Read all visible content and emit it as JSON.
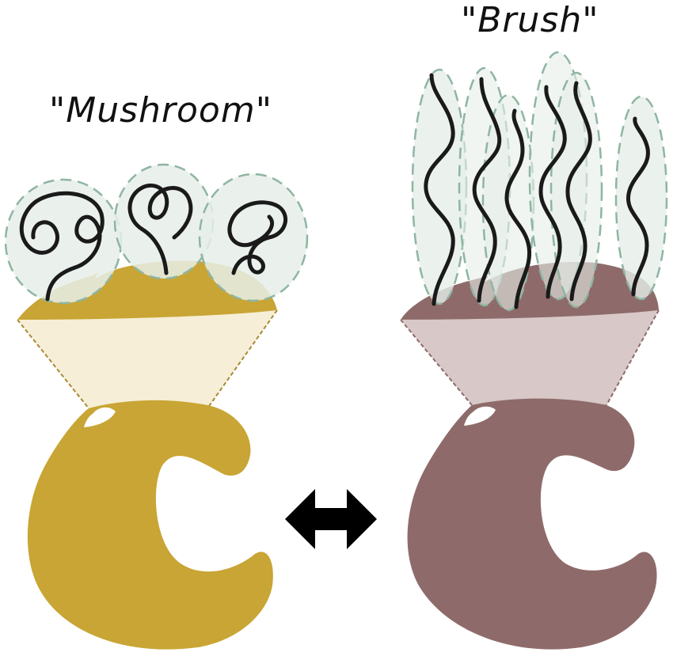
{
  "labels": {
    "mushroom": "\"Mushroom\"",
    "brush": "\"Brush\""
  },
  "colors": {
    "mushroom_fill": "#c8a534",
    "mushroom_light": "#f6eed6",
    "brush_fill": "#8e6b6a",
    "brush_light": "#d8c8c8",
    "coil_fill": "#e6efea",
    "coil_stroke": "#8fb5a2",
    "chain": "#1a1a1a"
  },
  "arrow": {
    "type": "double-headed",
    "icon": "left-right-arrow-icon"
  }
}
